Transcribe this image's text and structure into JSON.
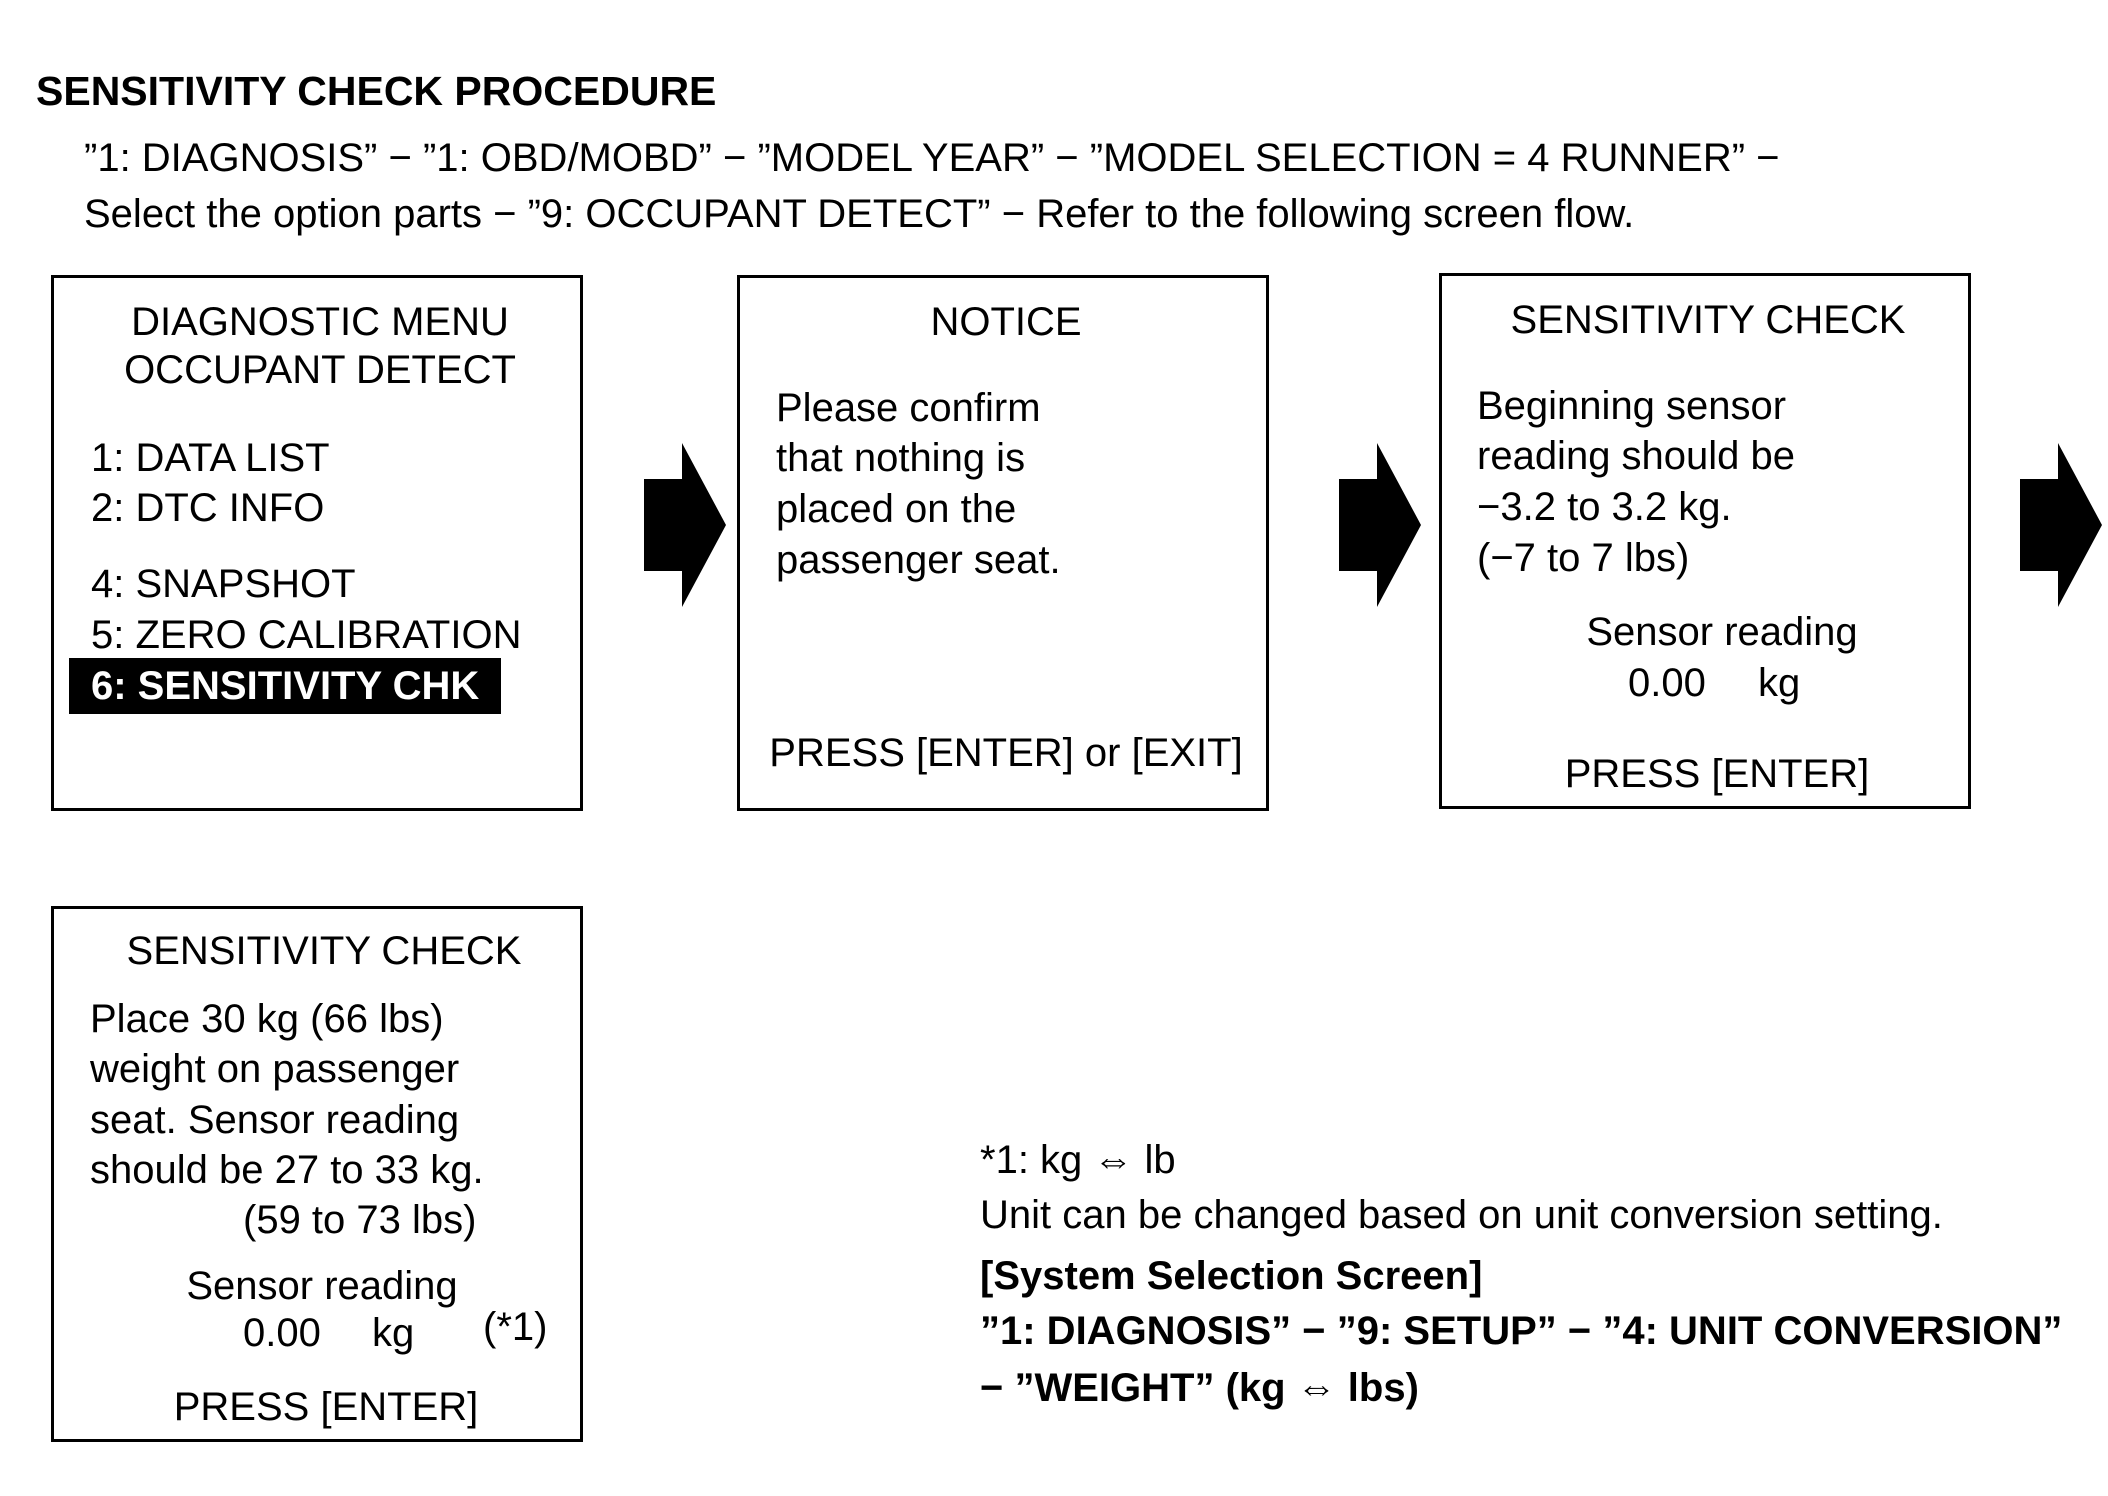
{
  "procedure": {
    "title": "SENSITIVITY CHECK PROCEDURE",
    "intro_line1": "”1: DIAGNOSIS” − ”1: OBD/MOBD” − ”MODEL YEAR” − ”MODEL SELECTION = 4 RUNNER” −",
    "intro_line2": "Select the option parts − ”9: OCCUPANT DETECT” − Refer to the following screen flow."
  },
  "screen1": {
    "title1": "DIAGNOSTIC MENU",
    "title2": "OCCUPANT DETECT",
    "items": [
      "1: DATA LIST",
      "2: DTC INFO",
      "4: SNAPSHOT",
      "5: ZERO CALIBRATION",
      "6: SENSITIVITY CHK"
    ]
  },
  "screen2": {
    "title": "NOTICE",
    "body": [
      "Please confirm",
      "that nothing is",
      "placed on the",
      "passenger seat."
    ],
    "footer": "PRESS [ENTER] or [EXIT]"
  },
  "screen3": {
    "title": "SENSITIVITY CHECK",
    "body": [
      "Beginning sensor",
      "reading should be",
      "−3.2 to 3.2 kg.",
      "(−7 to 7 lbs)"
    ],
    "reading_label": "Sensor reading",
    "reading_value": "0.00",
    "reading_unit": "kg",
    "footer": "PRESS [ENTER]"
  },
  "screen4": {
    "title": "SENSITIVITY CHECK",
    "body": [
      "Place 30 kg (66 lbs)",
      "weight on passenger",
      "seat. Sensor reading",
      "should be 27 to 33 kg.",
      "(59 to 73 lbs)"
    ],
    "reading_label": "Sensor reading",
    "reading_value": "0.00",
    "reading_unit": "kg",
    "footnote_ref": "(*1)",
    "footer": "PRESS [ENTER]"
  },
  "note": {
    "line1": "*1: kg ⇔ lb",
    "line2": "Unit can be changed based on unit conversion setting.",
    "line3": "[System Selection Screen]",
    "line4": "”1: DIAGNOSIS” − ”9: SETUP” − ”4: UNIT CONVERSION”",
    "line5": "− ”WEIGHT” (kg ⇔ lbs)"
  },
  "icons": {
    "flow_arrow": "right-arrow-icon"
  },
  "colors": {
    "foreground": "#000000",
    "background": "#ffffff",
    "highlight_text": "#ffffff"
  }
}
